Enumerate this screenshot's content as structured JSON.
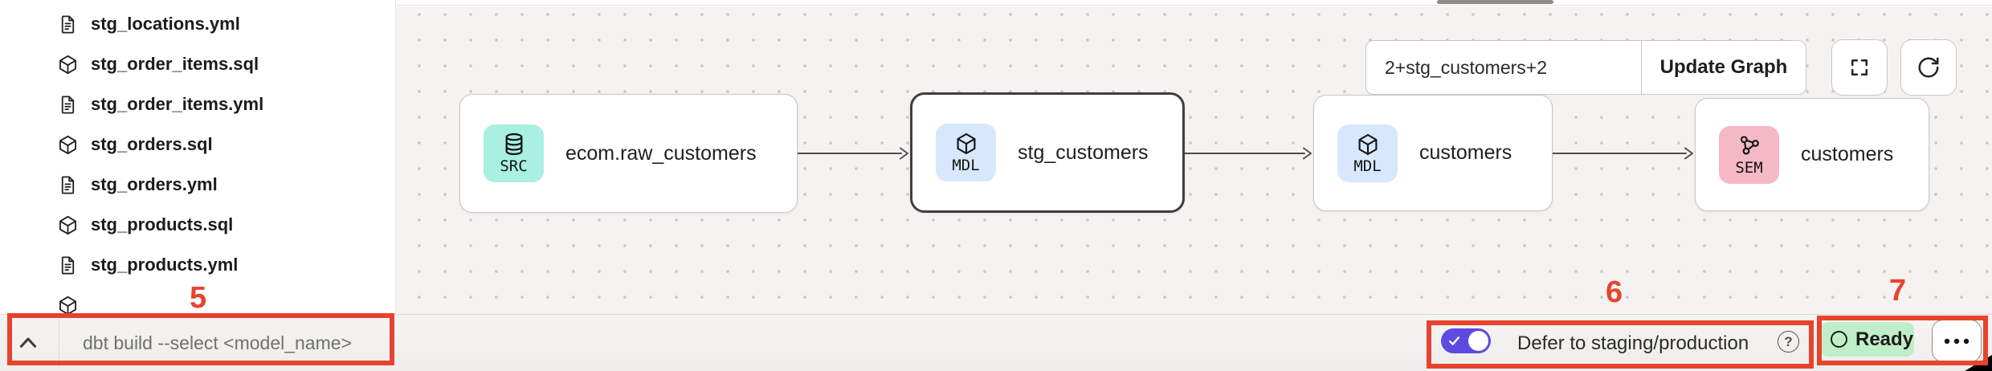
{
  "sidebar": {
    "items": [
      {
        "label": "stg_locations.yml",
        "icon": "file-doc-icon"
      },
      {
        "label": "stg_order_items.sql",
        "icon": "model-cube-icon"
      },
      {
        "label": "stg_order_items.yml",
        "icon": "file-doc-icon"
      },
      {
        "label": "stg_orders.sql",
        "icon": "model-cube-icon"
      },
      {
        "label": "stg_orders.yml",
        "icon": "file-doc-icon"
      },
      {
        "label": "stg_products.sql",
        "icon": "model-cube-icon"
      },
      {
        "label": "stg_products.yml",
        "icon": "file-doc-icon"
      },
      {
        "label": "",
        "icon": "model-cube-icon"
      }
    ]
  },
  "lineage": {
    "selector": {
      "value": "2+stg_customers+2",
      "update_button": "Update Graph"
    },
    "nodes": [
      {
        "type": "SRC",
        "label": "ecom.raw_customers",
        "icon": "database-icon",
        "badge_color": "#a9f0e1",
        "selected": false
      },
      {
        "type": "MDL",
        "label": "stg_customers",
        "icon": "cube-icon",
        "badge_color": "#d7e8fc",
        "selected": true
      },
      {
        "type": "MDL",
        "label": "customers",
        "icon": "cube-icon",
        "badge_color": "#d7e8fc",
        "selected": false
      },
      {
        "type": "SEM",
        "label": "customers",
        "icon": "semantic-icon",
        "badge_color": "#f5b8c6",
        "selected": false
      }
    ],
    "edges": [
      {
        "from": "ecom.raw_customers",
        "to": "stg_customers"
      },
      {
        "from": "stg_customers",
        "to": "customers (MDL)"
      },
      {
        "from": "customers (MDL)",
        "to": "customers (SEM)"
      }
    ]
  },
  "command_bar": {
    "placeholder": "dbt build --select <model_name>"
  },
  "status_bar": {
    "defer_toggle": {
      "on": true,
      "label": "Defer to staging/production",
      "help_icon": "?"
    },
    "ready_badge": {
      "label": "Ready"
    }
  },
  "annotations": {
    "color": "#e8432c",
    "five": "5",
    "six": "6",
    "seven": "7"
  },
  "colors": {
    "toggle_on": "#5b4be1",
    "ready_badge_bg": "#c0eec8",
    "src_badge": "#a9f0e1",
    "mdl_badge": "#d7e8fc",
    "sem_badge": "#f5b8c6",
    "annotation_red": "#e8432c",
    "canvas_bg": "#f4f3f1"
  }
}
